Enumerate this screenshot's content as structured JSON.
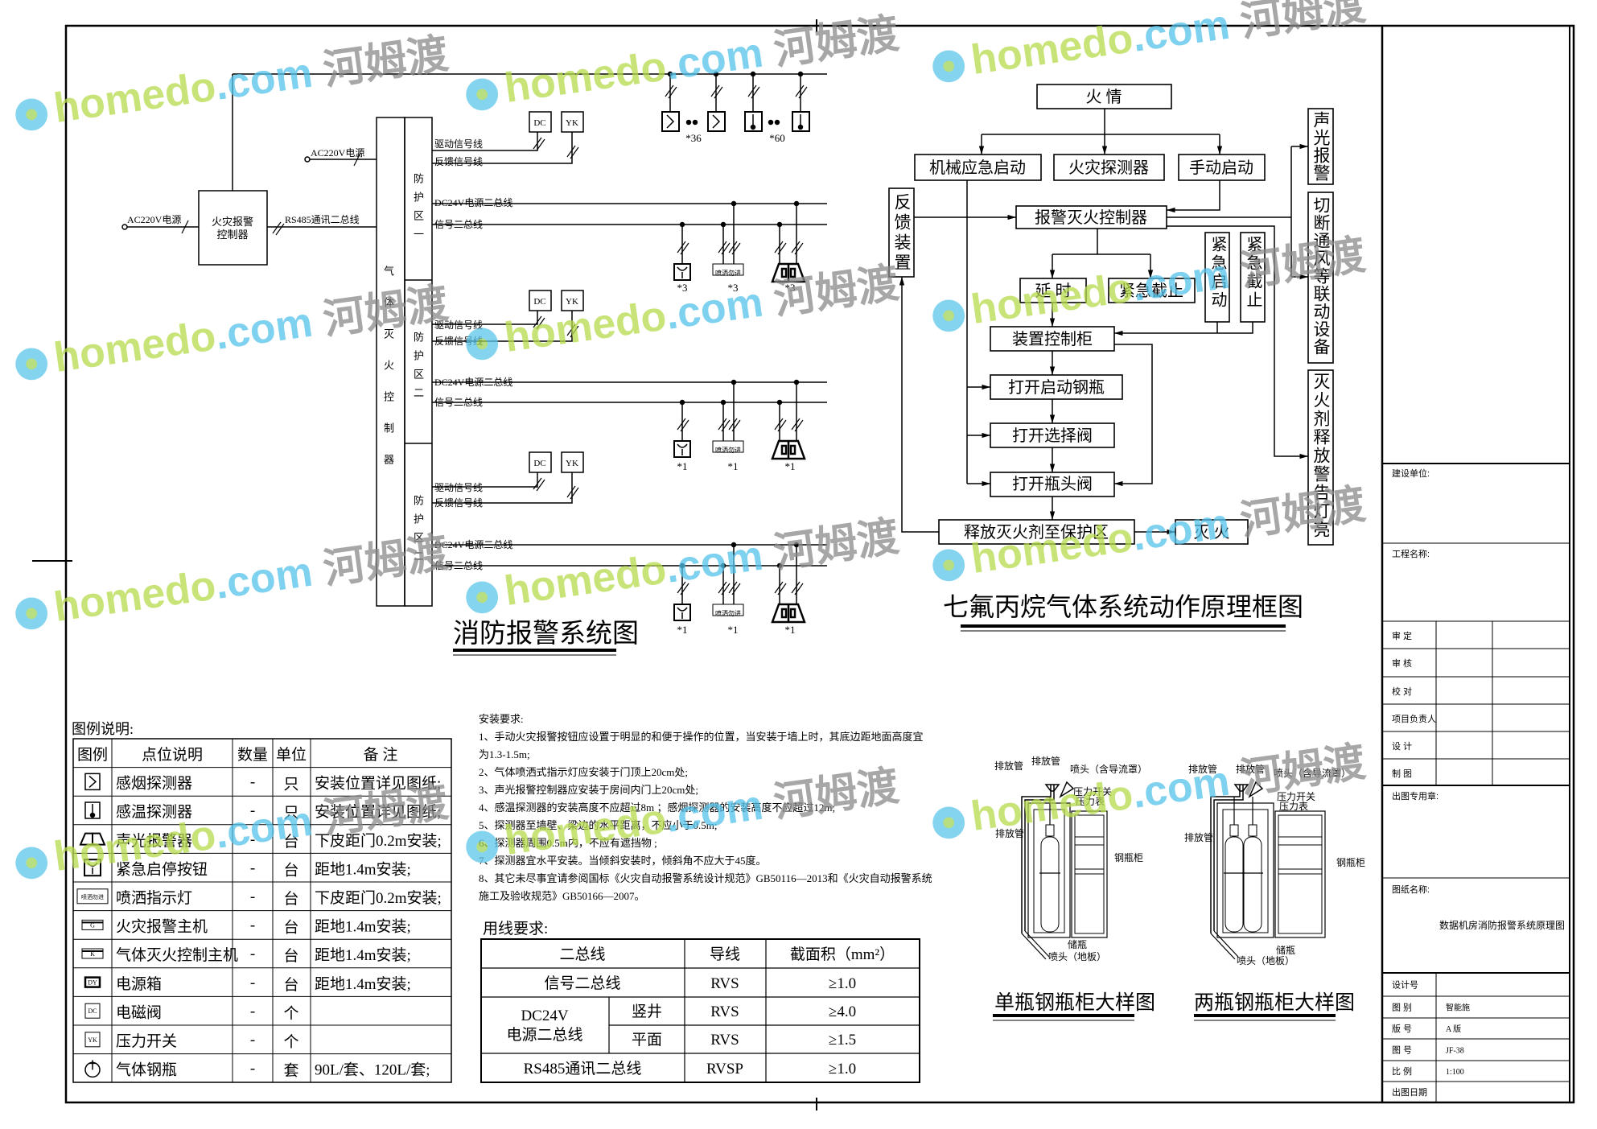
{
  "schematic": {
    "title": "消防报警系统图",
    "fire_controller": [
      "火灾报警",
      "控制器"
    ],
    "ac220_left": "AC220V电源",
    "ac220_right": "AC220V电源",
    "rs485": "RS485通讯二总线",
    "gas_controller": "气体灭火控制器",
    "zones": [
      {
        "label": "防护区一",
        "drive": "驱动信号线",
        "feedback": "反馈信号线",
        "dc24": "DC24V电源二总线",
        "signal": "信号二总线",
        "dc": "DC",
        "yk": "YK",
        "spray": "喷洒勿进",
        "counts": [
          "*3",
          "*3",
          "*3"
        ]
      },
      {
        "label": "防护区二",
        "drive": "驱动信号线",
        "feedback": "反馈信号线",
        "dc24": "DC24V电源二总线",
        "signal": "信号二总线",
        "dc": "DC",
        "yk": "YK",
        "spray": "喷洒勿进",
        "counts": [
          "*1",
          "*1",
          "*1"
        ]
      },
      {
        "label": "防护区二",
        "drive": "驱动信号线",
        "feedback": "反馈信号线",
        "dc24": "DC24V电源二总线",
        "signal": "信号二总线",
        "dc": "DC",
        "yk": "YK",
        "spray": "喷洒勿进",
        "counts": [
          "*1",
          "*1",
          "*1"
        ]
      }
    ],
    "smoke_count": "*36",
    "heat_count": "*60"
  },
  "flowchart": {
    "title": "七氟丙烷气体系统动作原理框图",
    "fire": "火  情",
    "mech": "机械应急启动",
    "detector": "火灾探测器",
    "manual": "手动启动",
    "feedback": "反馈装置",
    "controller": "报警灭火控制器",
    "delay": "延  时",
    "stop": "紧急截止",
    "estart_v": "紧急启动",
    "estop_v": "紧急截止",
    "cabinet": "装置控制柜",
    "open_start": "打开启动钢瓶",
    "open_select": "打开选择阀",
    "open_head": "打开瓶头阀",
    "release": "释放灭火剂至保护区",
    "extinguish": "灭  火",
    "alarm": "声光报警",
    "cutoff": "切断通风等联动设备",
    "warning": "灭火剂释放警告灯亮"
  },
  "legend": {
    "title": "图例说明:",
    "headers": [
      "图例",
      "点位说明",
      "数量",
      "单位",
      "备    注"
    ],
    "rows": [
      {
        "symbol": "smoke-detector",
        "name": "感烟探测器",
        "qty": "-",
        "unit": "只",
        "note": "安装位置详见图纸;"
      },
      {
        "symbol": "heat-detector",
        "name": "感温探测器",
        "qty": "-",
        "unit": "只",
        "note": "安装位置详见图纸;"
      },
      {
        "symbol": "sound-light-alarm",
        "name": "声光报警器",
        "qty": "-",
        "unit": "台",
        "note": "下皮距门0.2m安装;"
      },
      {
        "symbol": "emergency-button",
        "name": "紧急启停按钮",
        "qty": "-",
        "unit": "台",
        "note": "距地1.4m安装;"
      },
      {
        "symbol": "spray-light",
        "name": "喷洒指示灯",
        "qty": "-",
        "unit": "台",
        "note": "下皮距门0.2m安装;",
        "glyph": "喷洒勿进"
      },
      {
        "symbol": "fire-host",
        "name": "火灾报警主机",
        "qty": "-",
        "unit": "台",
        "note": "距地1.4m安装;",
        "glyph": "G"
      },
      {
        "symbol": "gas-host",
        "name": "气体灭火控制主机",
        "qty": "-",
        "unit": "台",
        "note": "距地1.4m安装;",
        "glyph": "K"
      },
      {
        "symbol": "power-box",
        "name": "电源箱",
        "qty": "-",
        "unit": "台",
        "note": "距地1.4m安装;",
        "glyph": "DY"
      },
      {
        "symbol": "solenoid-valve",
        "name": "电磁阀",
        "qty": "-",
        "unit": "个",
        "note": "",
        "glyph": "DC"
      },
      {
        "symbol": "pressure-switch",
        "name": "压力开关",
        "qty": "-",
        "unit": "个",
        "note": "",
        "glyph": "YK"
      },
      {
        "symbol": "gas-cylinder",
        "name": "气体钢瓶",
        "qty": "-",
        "unit": "套",
        "note": "90L/套、120L/套;"
      }
    ]
  },
  "install": {
    "title": "安装要求:",
    "lines": [
      "1、手动火灾报警按钮应设置于明显的和便于操作的位置，当安装于墙上时，其底边距地面高度宜",
      "为1.3-1.5m;",
      "2、气体喷洒式指示灯应安装于门顶上20cm处;",
      "3、声光报警控制器应安装于房间内门上20cm处;",
      "4、感温探测器的安装高度不应超过8m ；感烟探测器的安装高度不应超过12m;",
      "5、探测器至墙壁、梁边的水平距离，不应小于0.5m;",
      "6、探测器周围0.5m内，不应有遮挡物 ;",
      "7、探测器宜水平安装。当倾斜安装时，倾斜角不应大于45度。",
      "8、其它未尽事宜请参阅国标《火灾自动报警系统设计规范》GB50116—2013和《火灾自动报警系统",
      "施工及验收规范》GB50166—2007。"
    ]
  },
  "wiring": {
    "title": "用线要求:",
    "headers": [
      "二总线",
      "导线",
      "截面积（mm²）"
    ],
    "signal": {
      "name": "信号二总线",
      "wire": "RVS",
      "area": "≥1.0"
    },
    "power_name": [
      "DC24V",
      "电源二总线"
    ],
    "power_rows": [
      {
        "sub": "竖井",
        "wire": "RVS",
        "area": "≥4.0"
      },
      {
        "sub": "平面",
        "wire": "RVS",
        "area": "≥1.5"
      }
    ],
    "rs485": {
      "name": "RS485通讯二总线",
      "wire": "RVSP",
      "area": "≥1.0"
    }
  },
  "cabinets": {
    "single_title": "单瓶钢瓶柜大样图",
    "double_title": "两瓶钢瓶柜大样图",
    "labels": {
      "discharge": "排放管",
      "nozzle_top": "喷头（含导流罩）",
      "pressure_switch": "压力开关",
      "gauge": "压力表",
      "cabinet": "钢瓶柜",
      "bottle": "储瓶",
      "nozzle_floor": "喷头（地板）"
    }
  },
  "title_block": {
    "owner": "建设单位:",
    "project": "工程名称:",
    "signatures": [
      "审  定",
      "审  核",
      "校  对",
      "项目负责人",
      "设  计",
      "制  图"
    ],
    "stamp": "出图专用章:",
    "drawing_name_label": "图纸名称:",
    "drawing_name": "数据机房消防报警系统原理图",
    "fields": [
      {
        "label": "设计号",
        "value": ""
      },
      {
        "label": "图  别",
        "value": "智能施"
      },
      {
        "label": "版  号",
        "value": "A   版"
      },
      {
        "label": "图  号",
        "value": "JF-38"
      },
      {
        "label": "比  例",
        "value": "1:100"
      },
      {
        "label": "出图日期",
        "value": ""
      }
    ]
  },
  "watermark": {
    "brand": "homedo",
    "domain": ".com",
    "cn": "河姆渡"
  }
}
